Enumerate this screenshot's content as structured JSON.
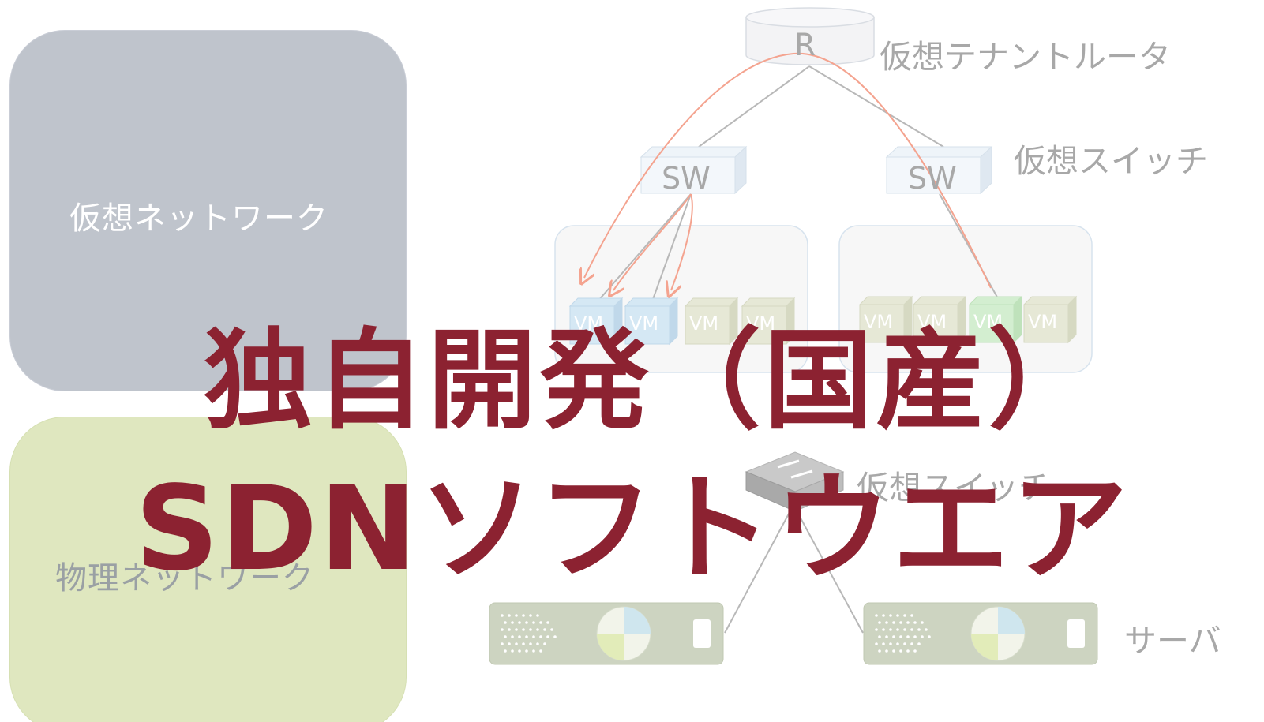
{
  "panels": {
    "virtual_network": "仮想ネットワーク",
    "physical_network": "物理ネットワーク"
  },
  "diagram": {
    "router_letter": "R",
    "router_label": "仮想テナントルータ",
    "switch_label": "SW",
    "virtual_switch_label": "仮想スイッチ",
    "physical_switch_label": "仮想スイッチ",
    "vm_label": "VM",
    "server_label": "サーバ"
  },
  "headline": {
    "line1": "独自開発（国産）",
    "line2": "SDNソフトウエア"
  },
  "colors": {
    "headline": "#8c2231",
    "virtual_panel": "#bfc4cc",
    "physical_panel": "#dfe7bf",
    "arrow": "#f4a38f",
    "vm_blue": "#d5e8f4",
    "vm_green": "#d3eed0",
    "vm_olive": "#e6e8d6"
  }
}
